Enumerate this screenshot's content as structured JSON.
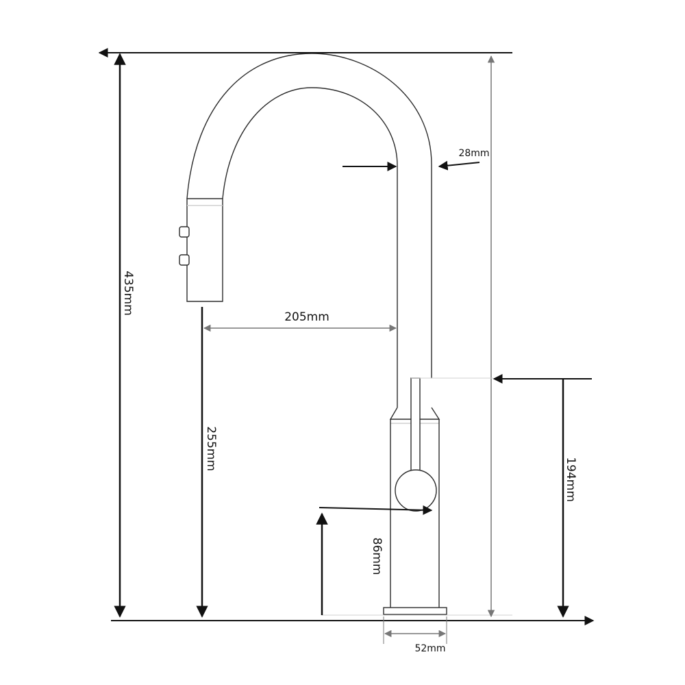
{
  "colors": {
    "outline": "#2b2b2b",
    "dimension_heavy": "#111111",
    "dimension_light": "#777777",
    "band_light": "#d0d0d0"
  },
  "dimensions": {
    "total_height": "435mm",
    "spout_height": "255mm",
    "spout_reach": "205mm",
    "pipe_diameter": "28mm",
    "body_height": "194mm",
    "handle_height": "86mm",
    "base_diameter": "52mm"
  }
}
